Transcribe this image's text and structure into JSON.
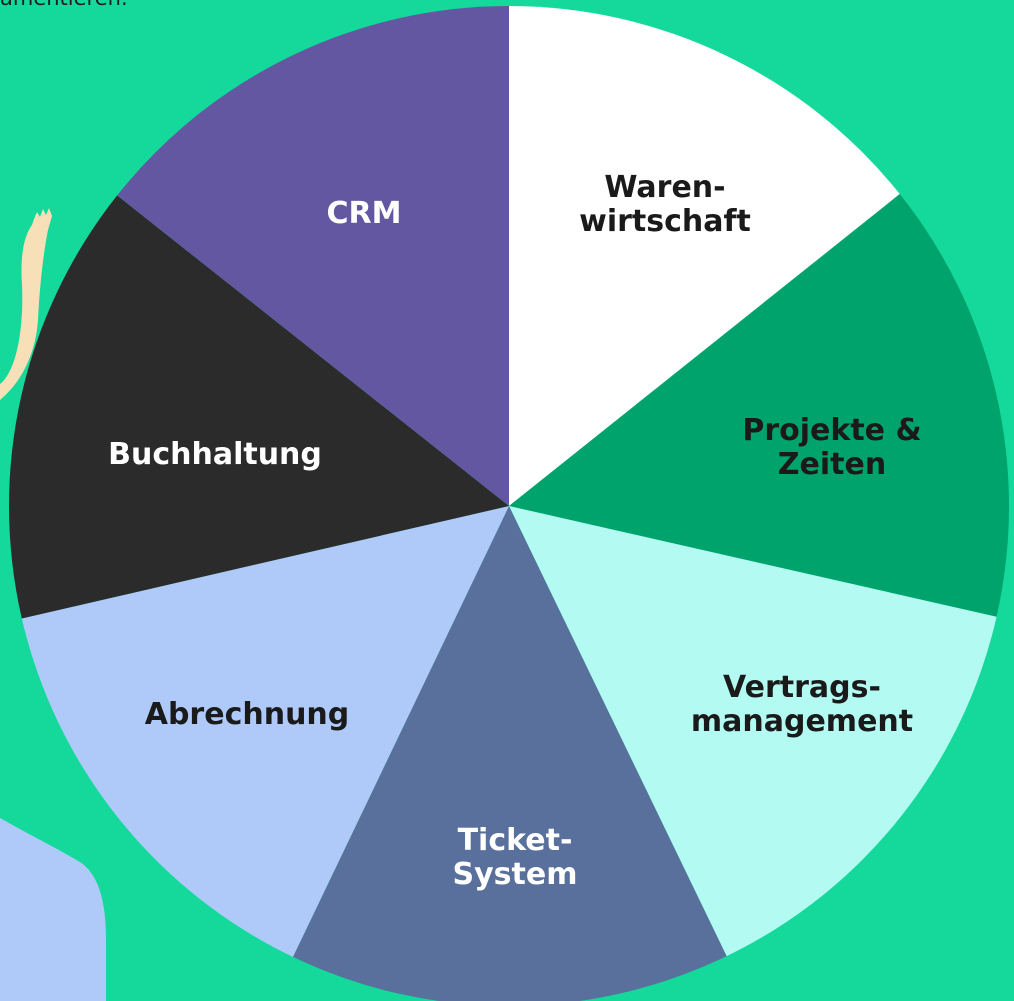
{
  "page": {
    "top_text": "amentieren.",
    "background": "#14d99b"
  },
  "wheel": {
    "segments": [
      {
        "id": "warenwirtschaft",
        "lines": [
          "Waren-",
          "wirtschaft"
        ],
        "color": "#ffffff",
        "text_color": "#1a1a1a"
      },
      {
        "id": "projekte-zeiten",
        "lines": [
          "Projekte &",
          "Zeiten"
        ],
        "color": "#00a36b",
        "text_color": "#1a1a1a"
      },
      {
        "id": "vertragsmanagement",
        "lines": [
          "Vertrags-",
          "management"
        ],
        "color": "#b3fbf2",
        "text_color": "#1a1a1a"
      },
      {
        "id": "ticket-system",
        "lines": [
          "Ticket-",
          "System"
        ],
        "color": "#58709b",
        "text_color": "#ffffff"
      },
      {
        "id": "abrechnung",
        "lines": [
          "Abrechnung"
        ],
        "color": "#afcaf9",
        "text_color": "#1a1a1a"
      },
      {
        "id": "buchhaltung",
        "lines": [
          "Buchhaltung"
        ],
        "color": "#2b2b2b",
        "text_color": "#ffffff"
      },
      {
        "id": "crm",
        "lines": [
          "CRM"
        ],
        "color": "#6457a1",
        "text_color": "#ffffff"
      }
    ]
  },
  "decorations": {
    "hand_color": "#f7dfb8",
    "blob_color": "#afcaf9"
  }
}
